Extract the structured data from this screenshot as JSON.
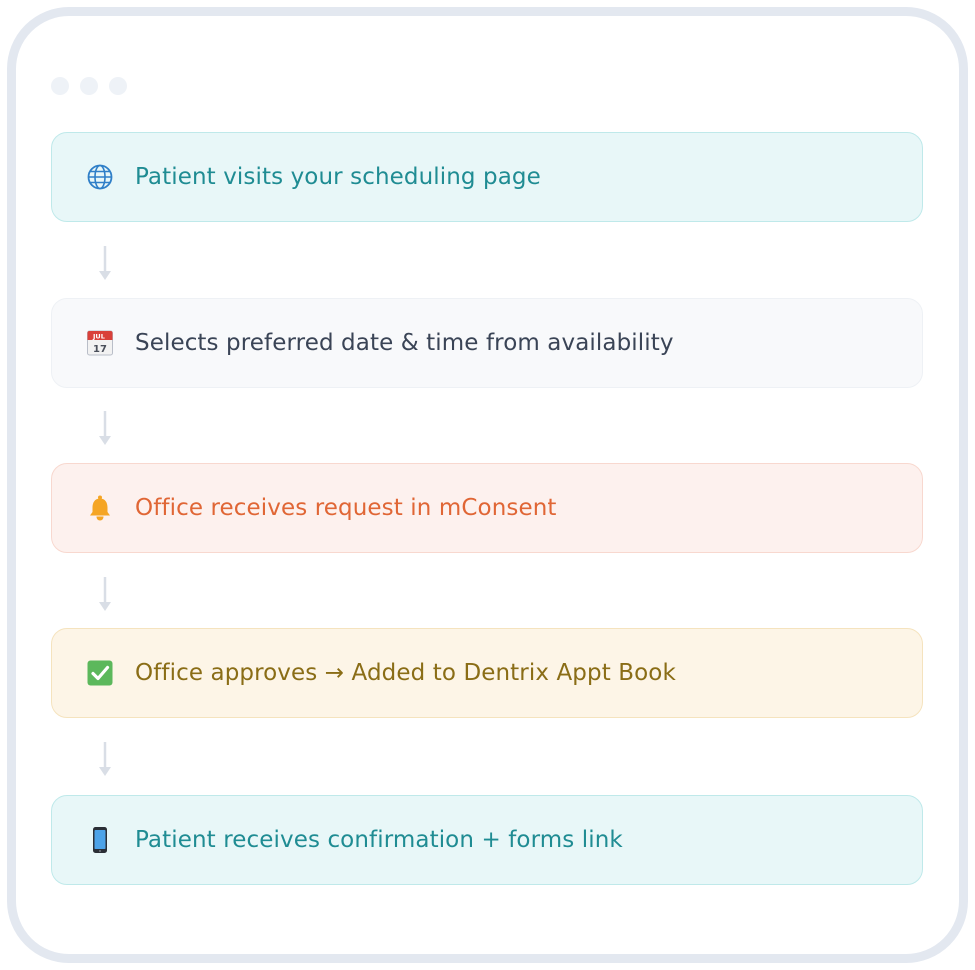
{
  "window": {
    "dots": 3
  },
  "flow": {
    "steps": [
      {
        "icon": "globe-icon",
        "label": "Patient visits your scheduling page"
      },
      {
        "icon": "calendar-icon",
        "label": "Selects preferred date & time from availability",
        "calendar_month": "JUL",
        "calendar_day": "17"
      },
      {
        "icon": "bell-icon",
        "label": "Office receives request in mConsent"
      },
      {
        "icon": "checkmark-icon",
        "label": "Office approves → Added to Dentrix Appt Book"
      },
      {
        "icon": "mobile-phone-icon",
        "label": "Patient receives confirmation + forms link"
      }
    ],
    "colors": {
      "teal": "#1f8c93",
      "slate": "#3a4456",
      "orange": "#e06635",
      "olive": "#8a6d16",
      "check_green": "#5cb85c",
      "arrow": "#d9dee6"
    }
  }
}
